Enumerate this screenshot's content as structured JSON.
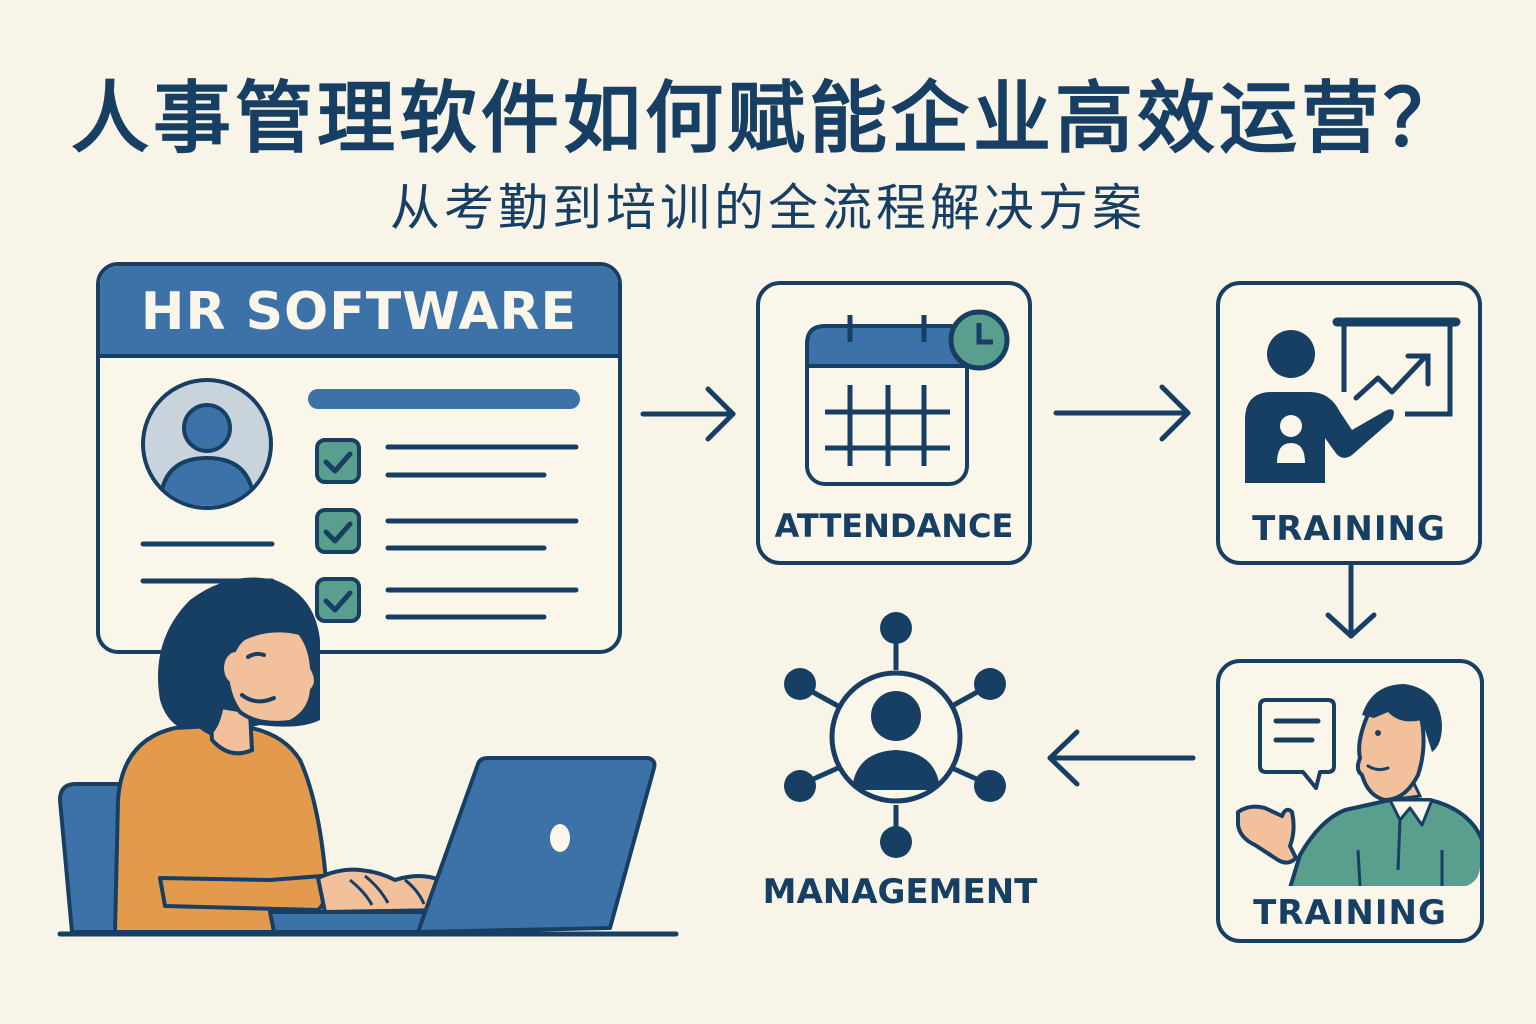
{
  "header": {
    "title": "人事管理软件如何赋能企业高效运营？",
    "subtitle": "从考勤到培训的全流程解决方案"
  },
  "hr_window": {
    "title": "HR SOFTWARE",
    "checklist_items": 3,
    "icons": [
      "user-avatar-icon",
      "checkbox-checked-icon"
    ]
  },
  "steps": [
    {
      "label": "ATTENDANCE",
      "icon": "calendar-clock-icon"
    },
    {
      "label": "TRAINING",
      "icon": "presenter-chart-icon"
    },
    {
      "label": "TRAINING",
      "icon": "speaker-speech-bubble-icon"
    },
    {
      "label": "MANAGEMENT",
      "icon": "network-user-icon"
    }
  ],
  "flow": [
    "HR SOFTWARE",
    "ATTENDANCE",
    "TRAINING",
    "TRAINING",
    "MANAGEMENT"
  ],
  "colors": {
    "background": "#f9f4e8",
    "navy": "#173f63",
    "blue": "#3d72a8",
    "teal": "#5a9e8d",
    "orange": "#e49a4c",
    "skin": "#f2c09a",
    "avatar_bg": "#c9d3dc"
  }
}
